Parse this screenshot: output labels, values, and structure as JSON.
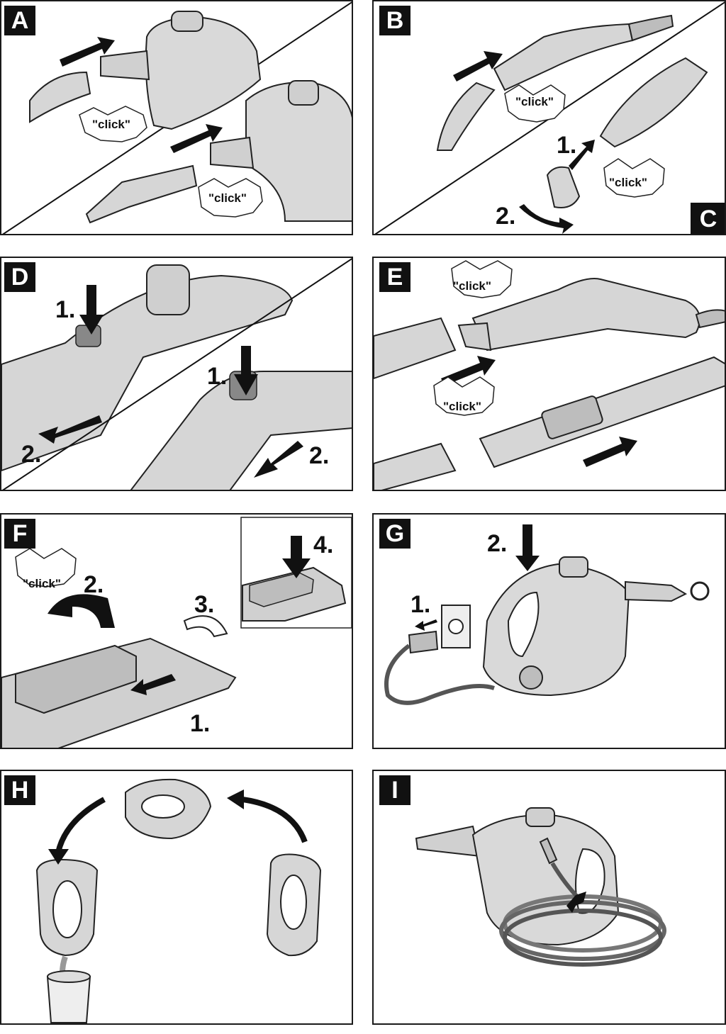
{
  "panels": {
    "A": {
      "label": "A",
      "click1": "\"click\"",
      "click2": "\"click\""
    },
    "B": {
      "label": "B",
      "click": "\"click\""
    },
    "C": {
      "label": "C",
      "click": "\"click\"",
      "step1": "1.",
      "step2": "2."
    },
    "D": {
      "label": "D",
      "step1a": "1.",
      "step2a": "2.",
      "step1b": "1.",
      "step2b": "2."
    },
    "E": {
      "label": "E",
      "click1": "\"click\"",
      "click2": "\"click\""
    },
    "F": {
      "label": "F",
      "click": "\"click\"",
      "step1": "1.",
      "step2": "2.",
      "step3": "3.",
      "step4": "4."
    },
    "G": {
      "label": "G",
      "step1": "1.",
      "step2": "2."
    },
    "H": {
      "label": "H"
    },
    "I": {
      "label": "I"
    }
  },
  "colors": {
    "ink": "#111111",
    "device": "#d9d9d9",
    "shade": "#b5b5b5",
    "paper": "#ffffff"
  }
}
